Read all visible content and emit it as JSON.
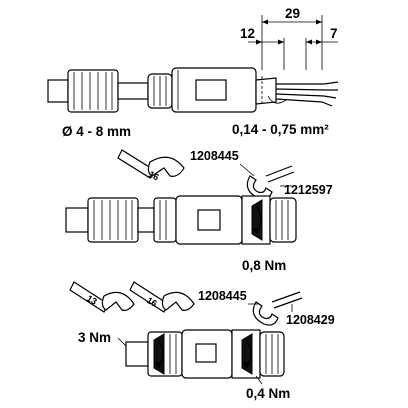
{
  "dimensions": {
    "total": "29",
    "left": "12",
    "right": "7"
  },
  "labels": {
    "diameter": "Ø 4 - 8 mm",
    "cross_section": "0,14 - 0,75 mm²",
    "tool_a": "1208445",
    "tool_b": "1212597",
    "torque_1": "0,8 Nm",
    "tool_c": "1208445",
    "tool_d": "1208429",
    "torque_2": "3 Nm",
    "torque_3": "0,4 Nm",
    "wrench_1": "16",
    "wrench_2": "13",
    "wrench_3": "16"
  }
}
